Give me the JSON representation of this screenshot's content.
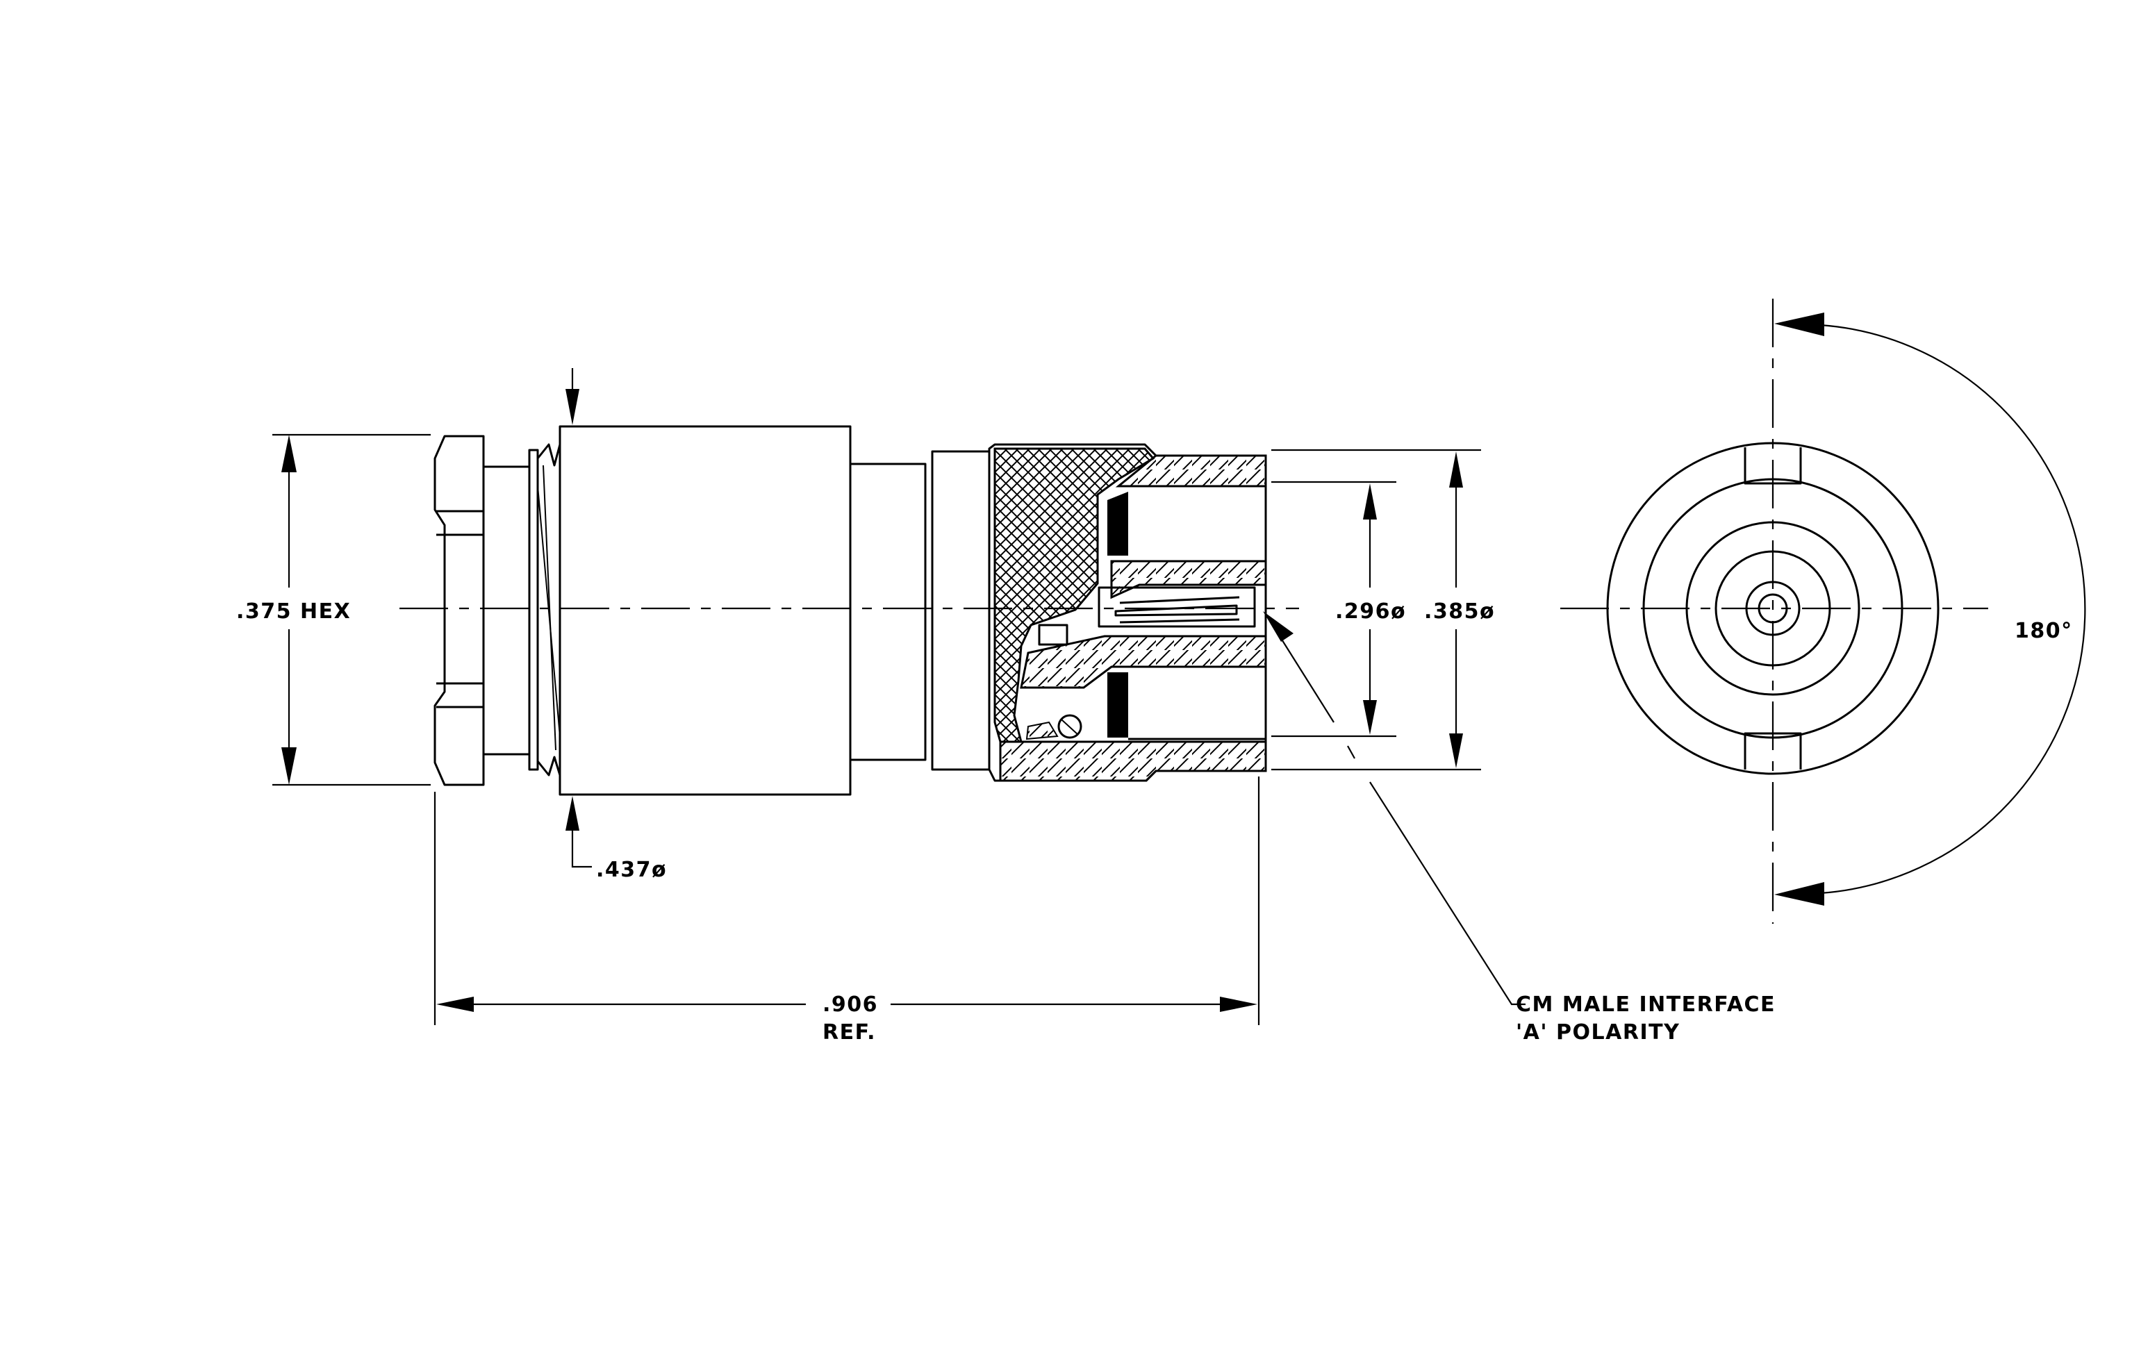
{
  "dimensions": {
    "hex": ".375 HEX",
    "thread_dia": ".437ø",
    "length": ".906",
    "length_ref": "REF.",
    "inner_dia": ".296ø",
    "outer_dia": ".385ø",
    "rotation": "180°"
  },
  "callout": {
    "line1": "CM MALE INTERFACE",
    "line2": "'A' POLARITY"
  }
}
